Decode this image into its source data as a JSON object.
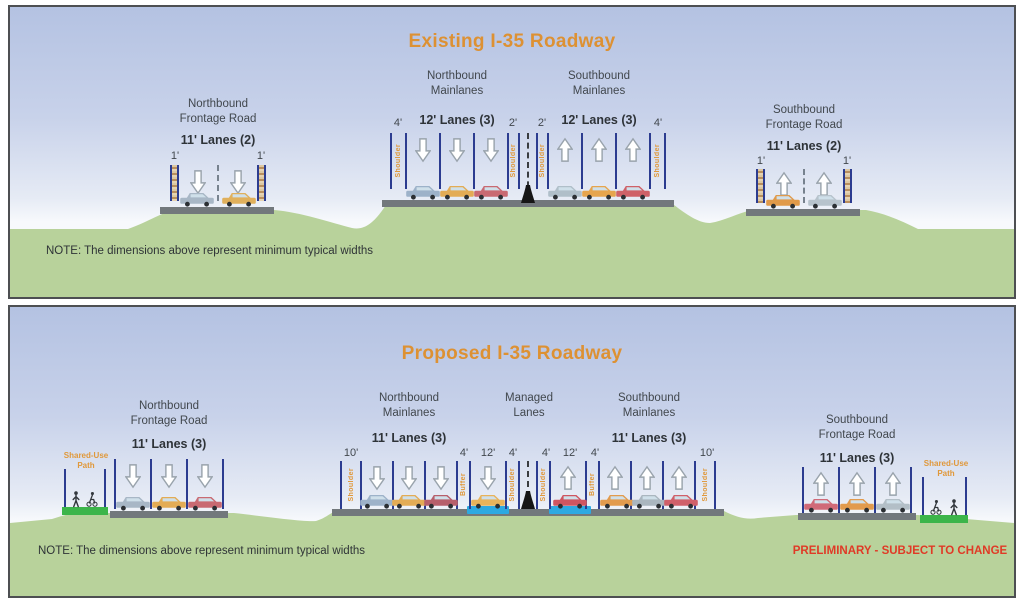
{
  "colors": {
    "title_orange": "#dd9133",
    "shoulder_text_orange": "#e0983a",
    "lane_line_blue": "#2c3c90",
    "managed_lane_blue": "#2da9e1",
    "shared_use_path_green": "#3cb54a",
    "ground_green": "#b8d29b",
    "pavement_gray": "#72787c",
    "preliminary_red": "#e03a26"
  },
  "existing": {
    "title": "Existing I-35 Roadway",
    "note": "NOTE: The dimensions above represent minimum typical widths",
    "shoulder_label": "Shoulder",
    "labels": {
      "nb_frontage1": "Northbound",
      "nb_frontage2": "Frontage Road",
      "nb_main1": "Northbound",
      "nb_main2": "Mainlanes",
      "sb_main1": "Southbound",
      "sb_main2": "Mainlanes",
      "sb_frontage1": "Southbound",
      "sb_frontage2": "Frontage Road"
    },
    "dims": {
      "frontage_lanes": "11' Lanes (2)",
      "frontage_edge": "1'",
      "main_lanes": "12' Lanes (3)",
      "outer_shoulder": "4'",
      "inner_shoulder": "2'"
    }
  },
  "proposed": {
    "title": "Proposed I-35 Roadway",
    "note": "NOTE: The dimensions above represent minimum typical widths",
    "preliminary": "PRELIMINARY - SUBJECT TO CHANGE",
    "shoulder_label": "Shoulder",
    "buffer_label": "Buffer",
    "labels": {
      "nb_frontage1": "Northbound",
      "nb_frontage2": "Frontage Road",
      "nb_main1": "Northbound",
      "nb_main2": "Mainlanes",
      "managed1": "Managed",
      "managed2": "Lanes",
      "sb_main1": "Southbound",
      "sb_main2": "Mainlanes",
      "sb_frontage1": "Southbound",
      "sb_frontage2": "Frontage Road",
      "shared_use1": "Shared-Use",
      "shared_use2": "Path"
    },
    "dims": {
      "frontage_lanes": "11' Lanes (3)",
      "main_lanes": "11' Lanes (3)",
      "outer_shoulder": "10'",
      "buffer_width": "4'",
      "managed_width": "12'",
      "inner_shoulder": "4'"
    }
  }
}
